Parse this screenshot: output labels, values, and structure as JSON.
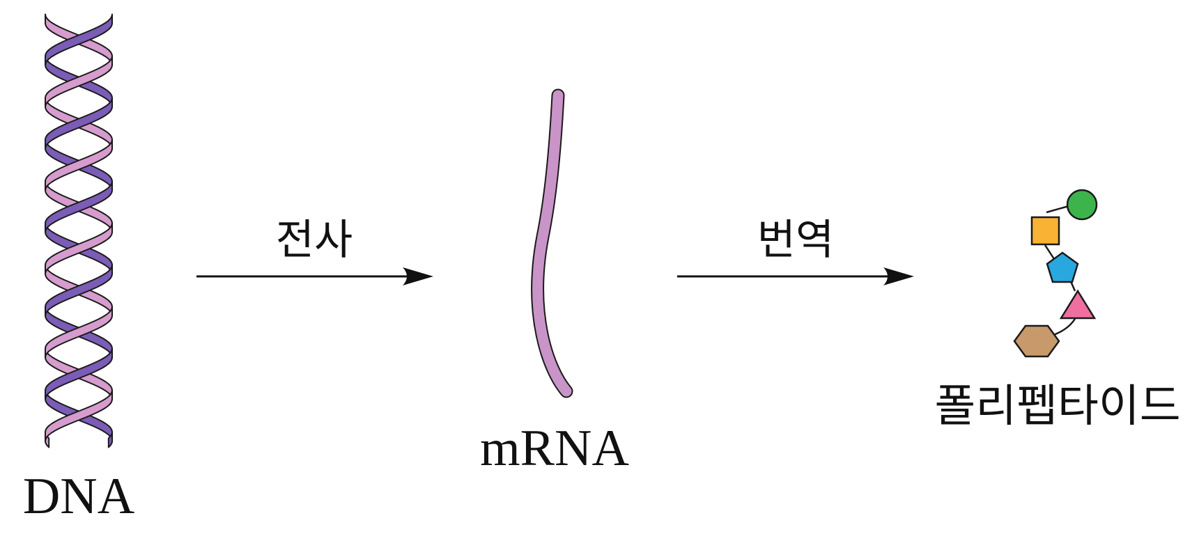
{
  "diagram": {
    "nodes": {
      "dna": {
        "label": "DNA",
        "strand_colors": [
          "#7b5cb6",
          "#d59ccd"
        ]
      },
      "mrna": {
        "label": "mRNA",
        "color": "#c994c8"
      },
      "polypeptide": {
        "label": "폴리펩타이드",
        "residues": [
          {
            "shape": "circle",
            "color": "#3cb44b"
          },
          {
            "shape": "square",
            "color": "#f9b233"
          },
          {
            "shape": "pentagon",
            "color": "#29a8e0"
          },
          {
            "shape": "triangle",
            "color": "#ee6fa0"
          },
          {
            "shape": "hexagon",
            "color": "#c8996b"
          }
        ]
      }
    },
    "edges": [
      {
        "from": "dna",
        "to": "mrna",
        "label": "전사"
      },
      {
        "from": "mrna",
        "to": "polypeptide",
        "label": "번역"
      }
    ]
  }
}
